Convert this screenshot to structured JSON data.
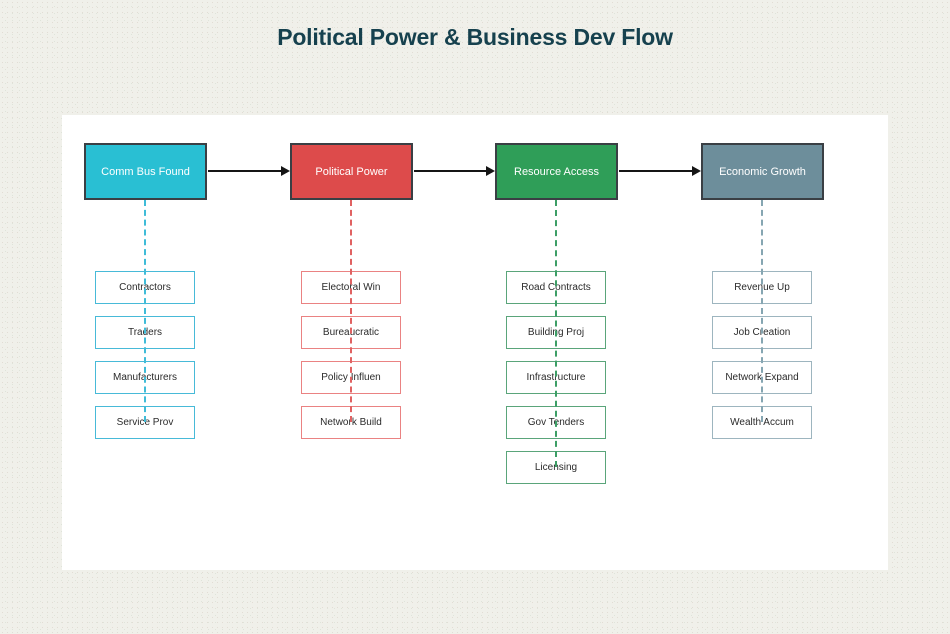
{
  "title": "Political Power & Business Dev Flow",
  "flow": {
    "stages": [
      {
        "label": "Comm Bus Found",
        "fill_color": "#29bfd3",
        "item_border_color": "#47bad8",
        "items": [
          "Contractors",
          "Traders",
          "Manufacturers",
          "Service Prov"
        ]
      },
      {
        "label": "Political Power",
        "fill_color": "#dd4b4b",
        "item_border_color": "#ea8282",
        "items": [
          "Electoral Win",
          "Bureaucratic",
          "Policy Influen",
          "Network Build"
        ]
      },
      {
        "label": "Resource Access",
        "fill_color": "#2f9e58",
        "item_border_color": "#5aa57a",
        "items": [
          "Road Contracts",
          "Building Proj",
          "Infrastructure",
          "Gov Tenders",
          "Licensing"
        ]
      },
      {
        "label": "Economic Growth",
        "fill_color": "#6d8e9b",
        "item_border_color": "#9db5bf",
        "items": [
          "Revenue Up",
          "Job Creation",
          "Network Expand",
          "Wealth Accum"
        ]
      }
    ],
    "arrow_color": "#151515",
    "stage_border_color": "#3a3f44"
  },
  "colors": {
    "page_background": "#f0f0ea",
    "canvas_background": "#ffffff",
    "title_text": "#16414e",
    "item_text": "#2b2b2b",
    "stage_text": "#ffffff"
  }
}
